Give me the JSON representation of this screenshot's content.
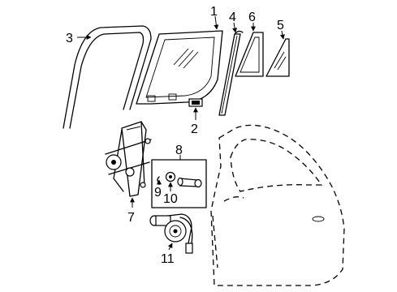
{
  "diagram": {
    "callouts": [
      {
        "id": "1",
        "label": "1"
      },
      {
        "id": "2",
        "label": "2"
      },
      {
        "id": "3",
        "label": "3"
      },
      {
        "id": "4",
        "label": "4"
      },
      {
        "id": "5",
        "label": "5"
      },
      {
        "id": "6",
        "label": "6"
      },
      {
        "id": "7",
        "label": "7"
      },
      {
        "id": "8",
        "label": "8"
      },
      {
        "id": "9",
        "label": "9"
      },
      {
        "id": "10",
        "label": "10"
      },
      {
        "id": "11",
        "label": "11"
      }
    ],
    "colors": {
      "line": "#000000",
      "background": "#ffffff"
    }
  }
}
